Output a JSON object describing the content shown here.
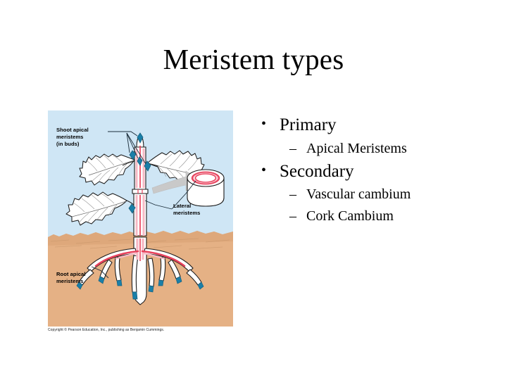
{
  "slide": {
    "title": "Meristem types",
    "background_color": "#ffffff"
  },
  "content": {
    "bullets": [
      {
        "marker": "•",
        "label": "Primary",
        "sub": [
          {
            "marker": "–",
            "label": "Apical Meristems"
          }
        ]
      },
      {
        "marker": "•",
        "label": "Secondary",
        "sub": [
          {
            "marker": "–",
            "label": "Vascular cambium"
          },
          {
            "marker": "–",
            "label": "Cork Cambium"
          }
        ]
      }
    ]
  },
  "figure": {
    "title": "plant-meristem-diagram",
    "caption": "Copyright © Pearson Education, Inc., publishing as Benjamin Cummings.",
    "labels": {
      "shoot": "Shoot apical meristems (in buds)",
      "shoot_line1": "Shoot apical",
      "shoot_line2": "meristems",
      "shoot_line3": "(in buds)",
      "lateral": "Lateral meristems",
      "lateral_line1": "Lateral",
      "lateral_line2": "meristems",
      "root": "Root apical meristems",
      "root_line1": "Root apical",
      "root_line2": "meristems"
    },
    "colors": {
      "sky": "#cfe6f5",
      "soil": "#e5b185",
      "soil_shadow": "#d9a173",
      "plant_fill": "#ffffff",
      "outline": "#1b1b1b",
      "vascular_red": "#e8415c",
      "vascular_pink": "#f6b9c4",
      "bud_teal": "#1a7fa8",
      "arrow_gray": "#c9c9c9",
      "cambium_ring": "#e8415c"
    }
  }
}
